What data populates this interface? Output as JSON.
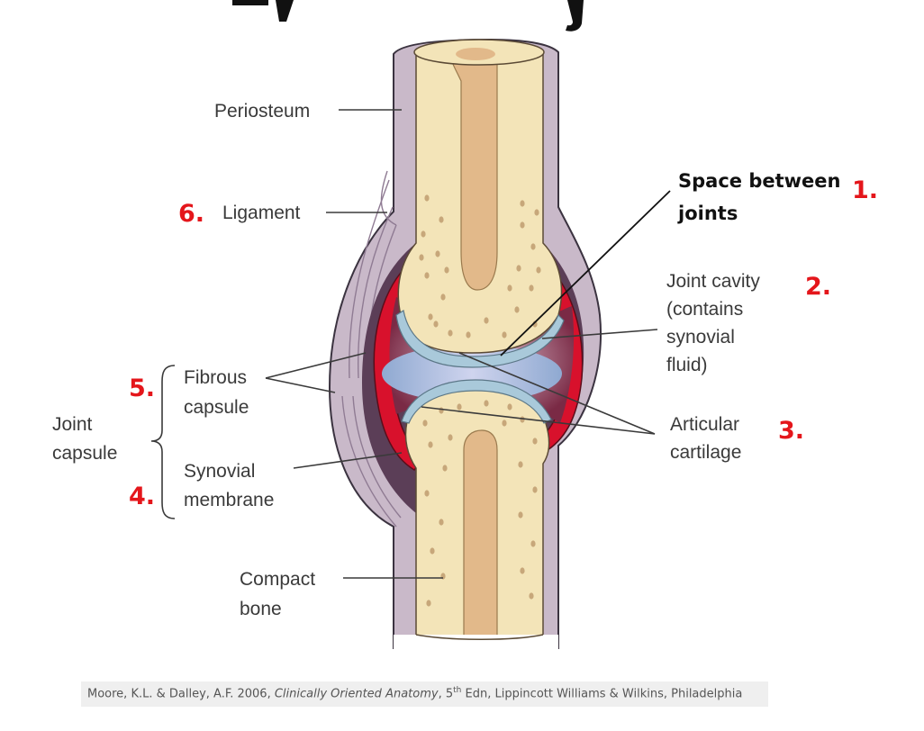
{
  "labels": {
    "periosteum": "Periosteum",
    "ligament": "Ligament",
    "fibrous_capsule_1": "Fibrous",
    "fibrous_capsule_2": "capsule",
    "joint_capsule_1": "Joint",
    "joint_capsule_2": "capsule",
    "synovial_membrane_1": "Synovial",
    "synovial_membrane_2": "membrane",
    "compact_bone_1": "Compact",
    "compact_bone_2": "bone",
    "joint_cavity_1": "Joint cavity",
    "joint_cavity_2": "(contains",
    "joint_cavity_3": "synovial",
    "joint_cavity_4": "fluid)",
    "articular_cartilage_1": "Articular",
    "articular_cartilage_2": "cartilage",
    "space_between_1": "Space between",
    "space_between_2": "joints"
  },
  "numbers": {
    "n1": "1.",
    "n2": "2.",
    "n3": "3.",
    "n4": "4.",
    "n5": "5.",
    "n6": "6."
  },
  "caption": {
    "authors": "Moore, K.L. & Dalley, A.F. 2006, ",
    "title": "Clinically Oriented Anatomy",
    "edition_num": ", 5",
    "edition_sup": "th",
    "rest": " Edn, Lippincott Williams & Wilkins, Philadelphia"
  },
  "colors": {
    "number_red": "#e4161b",
    "bone_cream": "#f3e4b8",
    "marrow_tan": "#e2b98a",
    "capsule_purple": "#b6a4b6",
    "synovial_red": "#d8112c",
    "cartilage_blue": "#a9c9da"
  }
}
